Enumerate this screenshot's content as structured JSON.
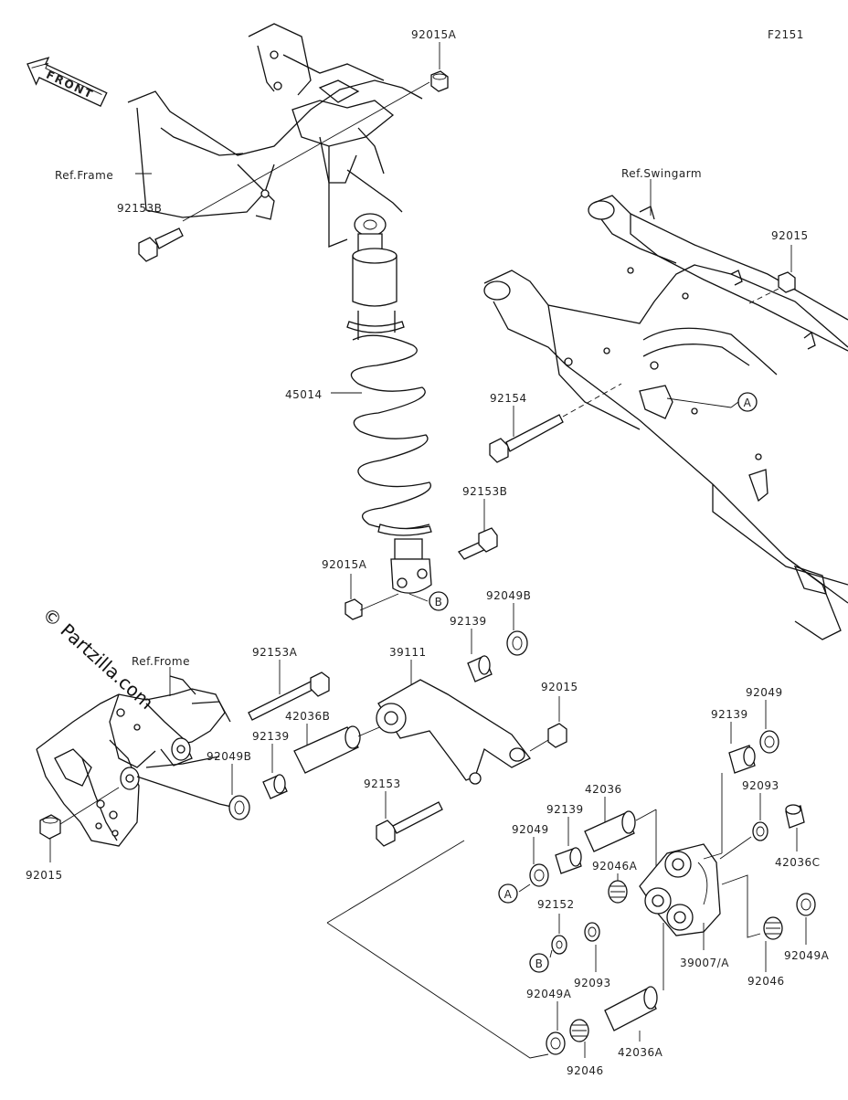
{
  "figure_code": "F2151",
  "front_label": "FRONT",
  "watermark": "© Partzilla.com",
  "labels": {
    "l_92015A_top": "92015A",
    "l_ref_frame": "Ref.Frame",
    "l_92153B_top": "92153B",
    "l_ref_swingarm": "Ref.Swingarm",
    "l_92015_right": "92015",
    "l_45014": "45014",
    "l_92154": "92154",
    "l_92153B_mid": "92153B",
    "l_92015A_mid": "92015A",
    "l_92049B_mid": "92049B",
    "l_92139_a": "92139",
    "l_ref_frome": "Ref.Frome",
    "l_92153A": "92153A",
    "l_39111": "39111",
    "l_92015_mid": "92015",
    "l_42036B": "42036B",
    "l_92139_b": "92139",
    "l_92049B_left": "92049B",
    "l_92049_r": "92049",
    "l_92139_r": "92139",
    "l_92093_r": "92093",
    "l_92153": "92153",
    "l_42036": "42036",
    "l_92139_c": "92139",
    "l_92049_c": "92049",
    "l_92046A": "92046A",
    "l_42036C": "42036C",
    "l_92015_left": "92015",
    "l_92152": "92152",
    "l_92093_c": "92093",
    "l_39007A": "39007/A",
    "l_92046_r": "92046",
    "l_92049A_r": "92049A",
    "l_92049A_b": "92049A",
    "l_42036A": "42036A",
    "l_92046_b": "92046"
  },
  "callouts": {
    "A_swingarm": "A",
    "B_shock": "B",
    "A_bottom": "A",
    "B_bottom": "B"
  }
}
